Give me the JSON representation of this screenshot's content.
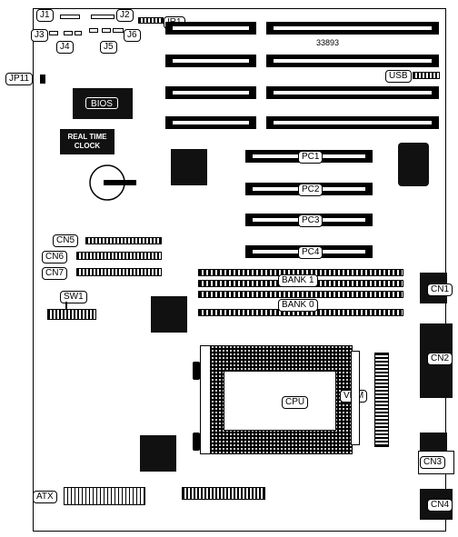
{
  "diagram": {
    "board_id": "33893",
    "labels": {
      "j1": "J1",
      "j2": "J2",
      "j3": "J3",
      "j4": "J4",
      "j5": "J5",
      "j6": "J6",
      "ir1": "IR1",
      "jp11": "JP11",
      "usb": "USB",
      "bios": "BIOS",
      "rtc_line1": "REAL TIME",
      "rtc_line2": "CLOCK",
      "pc1": "PC1",
      "pc2": "PC2",
      "pc3": "PC3",
      "pc4": "PC4",
      "cn5": "CN5",
      "cn6": "CN6",
      "cn7": "CN7",
      "sw1": "SW1",
      "bank1": "BANK 1",
      "bank0": "BANK 0",
      "cn1": "CN1",
      "cn2": "CN2",
      "cn3": "CN3",
      "cn4": "CN4",
      "cpu": "CPU",
      "vrm": "VRM",
      "atx": "ATX"
    }
  }
}
